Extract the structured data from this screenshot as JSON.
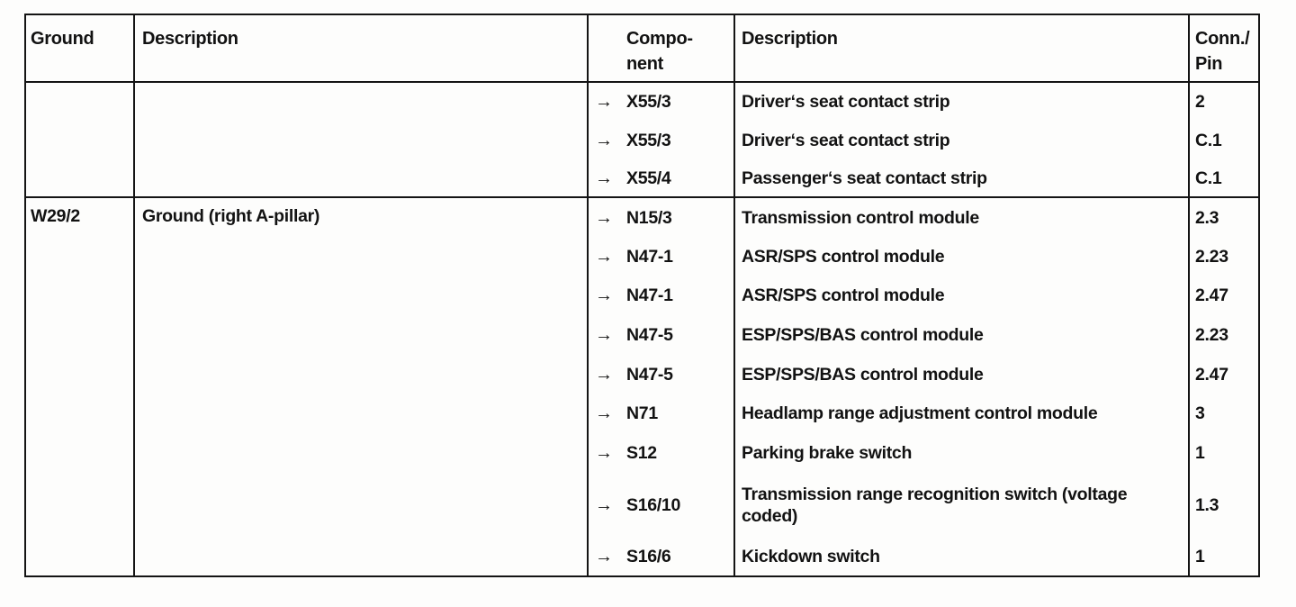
{
  "table": {
    "arrow": "→",
    "headers": {
      "ground": "Ground",
      "description_left": "Description",
      "component": "Compo-\nnent",
      "description_right": "Description",
      "conn_pin": "Conn./\nPin"
    },
    "sections": [
      {
        "ground": "",
        "ground_description": "",
        "rows": [
          {
            "component": "X55/3",
            "description": "Driver‘s seat contact strip",
            "pin": "2"
          },
          {
            "component": "X55/3",
            "description": "Driver‘s seat contact strip",
            "pin": "C.1"
          },
          {
            "component": "X55/4",
            "description": "Passenger‘s seat contact strip",
            "pin": "C.1"
          }
        ]
      },
      {
        "ground": "W29/2",
        "ground_description": "Ground (right A-pillar)",
        "rows": [
          {
            "component": "N15/3",
            "description": "Transmission control module",
            "pin": "2.3"
          },
          {
            "component": "N47-1",
            "description": "ASR/SPS control module",
            "pin": "2.23"
          },
          {
            "component": "N47-1",
            "description": "ASR/SPS control module",
            "pin": "2.47"
          },
          {
            "component": "N47-5",
            "description": "ESP/SPS/BAS control module",
            "pin": "2.23"
          },
          {
            "component": "N47-5",
            "description": "ESP/SPS/BAS control module",
            "pin": "2.47"
          },
          {
            "component": "N71",
            "description": "Headlamp range adjustment control module",
            "pin": "3"
          },
          {
            "component": "S12",
            "description": "Parking brake switch",
            "pin": "1"
          },
          {
            "component": "S16/10",
            "description": "Transmission range recognition switch (voltage\ncoded)",
            "pin": "1.3"
          },
          {
            "component": "S16/6",
            "description": "Kickdown switch",
            "pin": "1"
          }
        ]
      }
    ]
  }
}
